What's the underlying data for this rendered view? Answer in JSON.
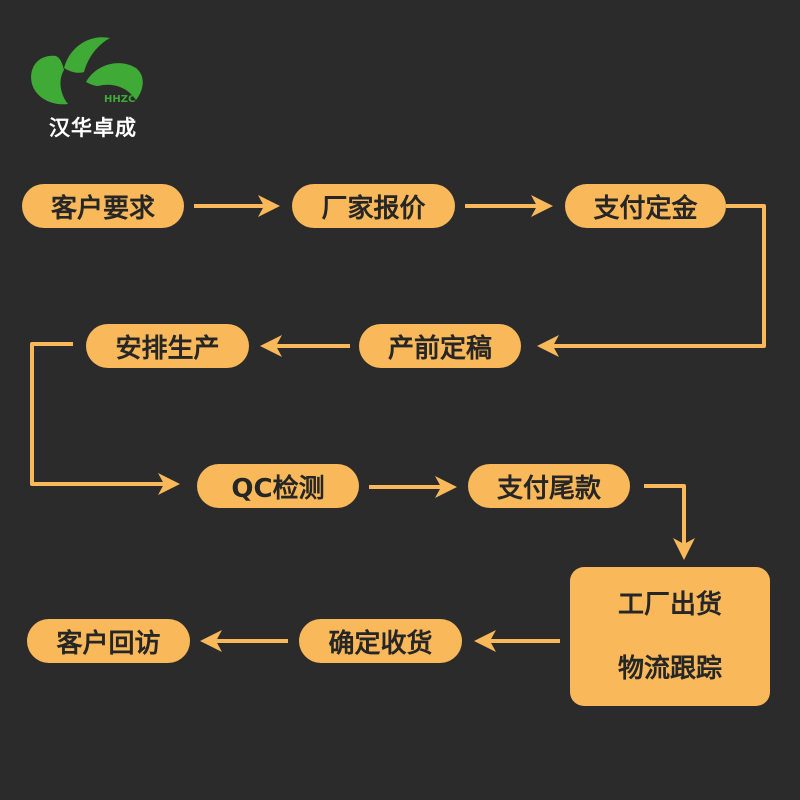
{
  "brand": {
    "name": "汉华卓成",
    "logo_text": "HHZC",
    "logo_color": "#3faa35"
  },
  "colors": {
    "background": "#2b2b2b",
    "node_fill": "#f9b95a",
    "arrow": "#f9b95a",
    "node_text": "#262626"
  },
  "steps": {
    "s1": "客户要求",
    "s2": "厂家报价",
    "s3": "支付定金",
    "s4": "产前定稿",
    "s5": "安排生产",
    "s6": "QC检测",
    "s7": "支付尾款",
    "s8a": "工厂出货",
    "s8b": "物流跟踪",
    "s9": "确定收货",
    "s10": "客户回访"
  }
}
